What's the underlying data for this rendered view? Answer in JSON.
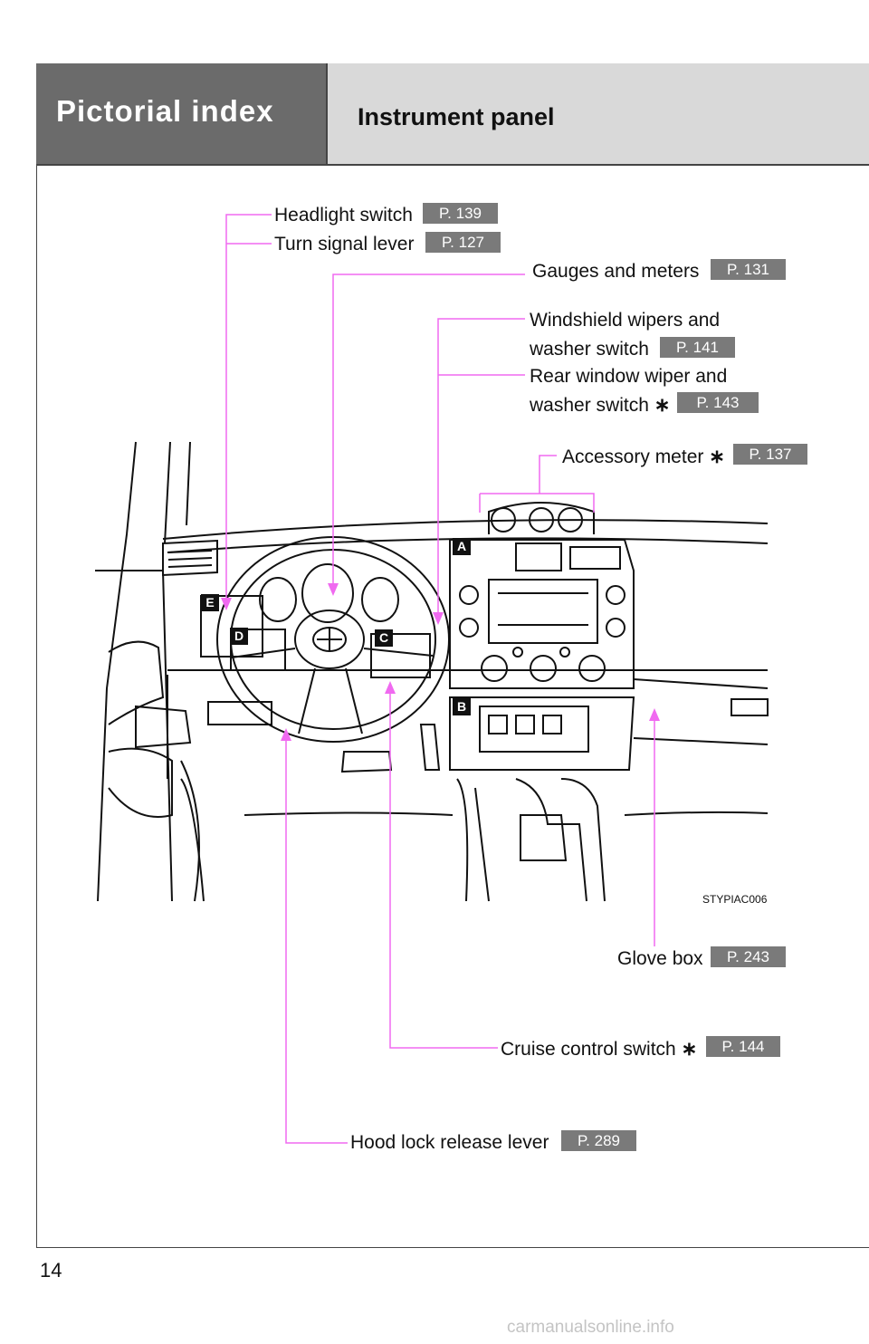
{
  "header": {
    "section_title": "Pictorial index",
    "page_heading": "Instrument panel"
  },
  "callouts": {
    "headlight": {
      "label": "Headlight switch",
      "ref": "P. 139"
    },
    "turn_signal": {
      "label": "Turn signal lever",
      "ref": "P. 127"
    },
    "gauges": {
      "label": "Gauges and meters",
      "ref": "P. 131"
    },
    "windshield_line1": "Windshield wipers and",
    "windshield_line2": "washer switch",
    "windshield_ref": "P. 141",
    "rear_line1": "Rear window wiper and",
    "rear_line2": "washer switch",
    "rear_ref": "P. 143",
    "accessory": {
      "label": "Accessory meter",
      "ref": "P. 137"
    },
    "glove_box": {
      "label": "Glove box",
      "ref": "P. 243"
    },
    "cruise": {
      "label": "Cruise control switch",
      "ref": "P. 144"
    },
    "hood": {
      "label": "Hood lock release lever",
      "ref": "P. 289"
    },
    "optional_mark": "∗"
  },
  "figure": {
    "code": "STYPIAC006",
    "badges": {
      "a": "A",
      "b": "B",
      "c": "C",
      "d": "D",
      "e": "E"
    }
  },
  "page_number": "14",
  "watermark": "carmanualsonline.info",
  "colors": {
    "leader": "#f06af0",
    "ref_bg": "#7a7a7a",
    "header_dark": "#6b6b6b",
    "header_light": "#d9d9d9"
  }
}
